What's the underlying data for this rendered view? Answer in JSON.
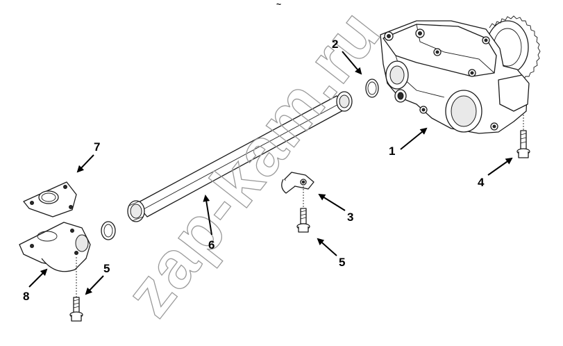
{
  "callouts": {
    "c1": "1",
    "c2": "2",
    "c3": "3",
    "c4": "4",
    "c5a": "5",
    "c5b": "5",
    "c6": "6",
    "c7": "7",
    "c8": "8"
  },
  "top_mark": "~",
  "watermark": "zap-kam.ru"
}
